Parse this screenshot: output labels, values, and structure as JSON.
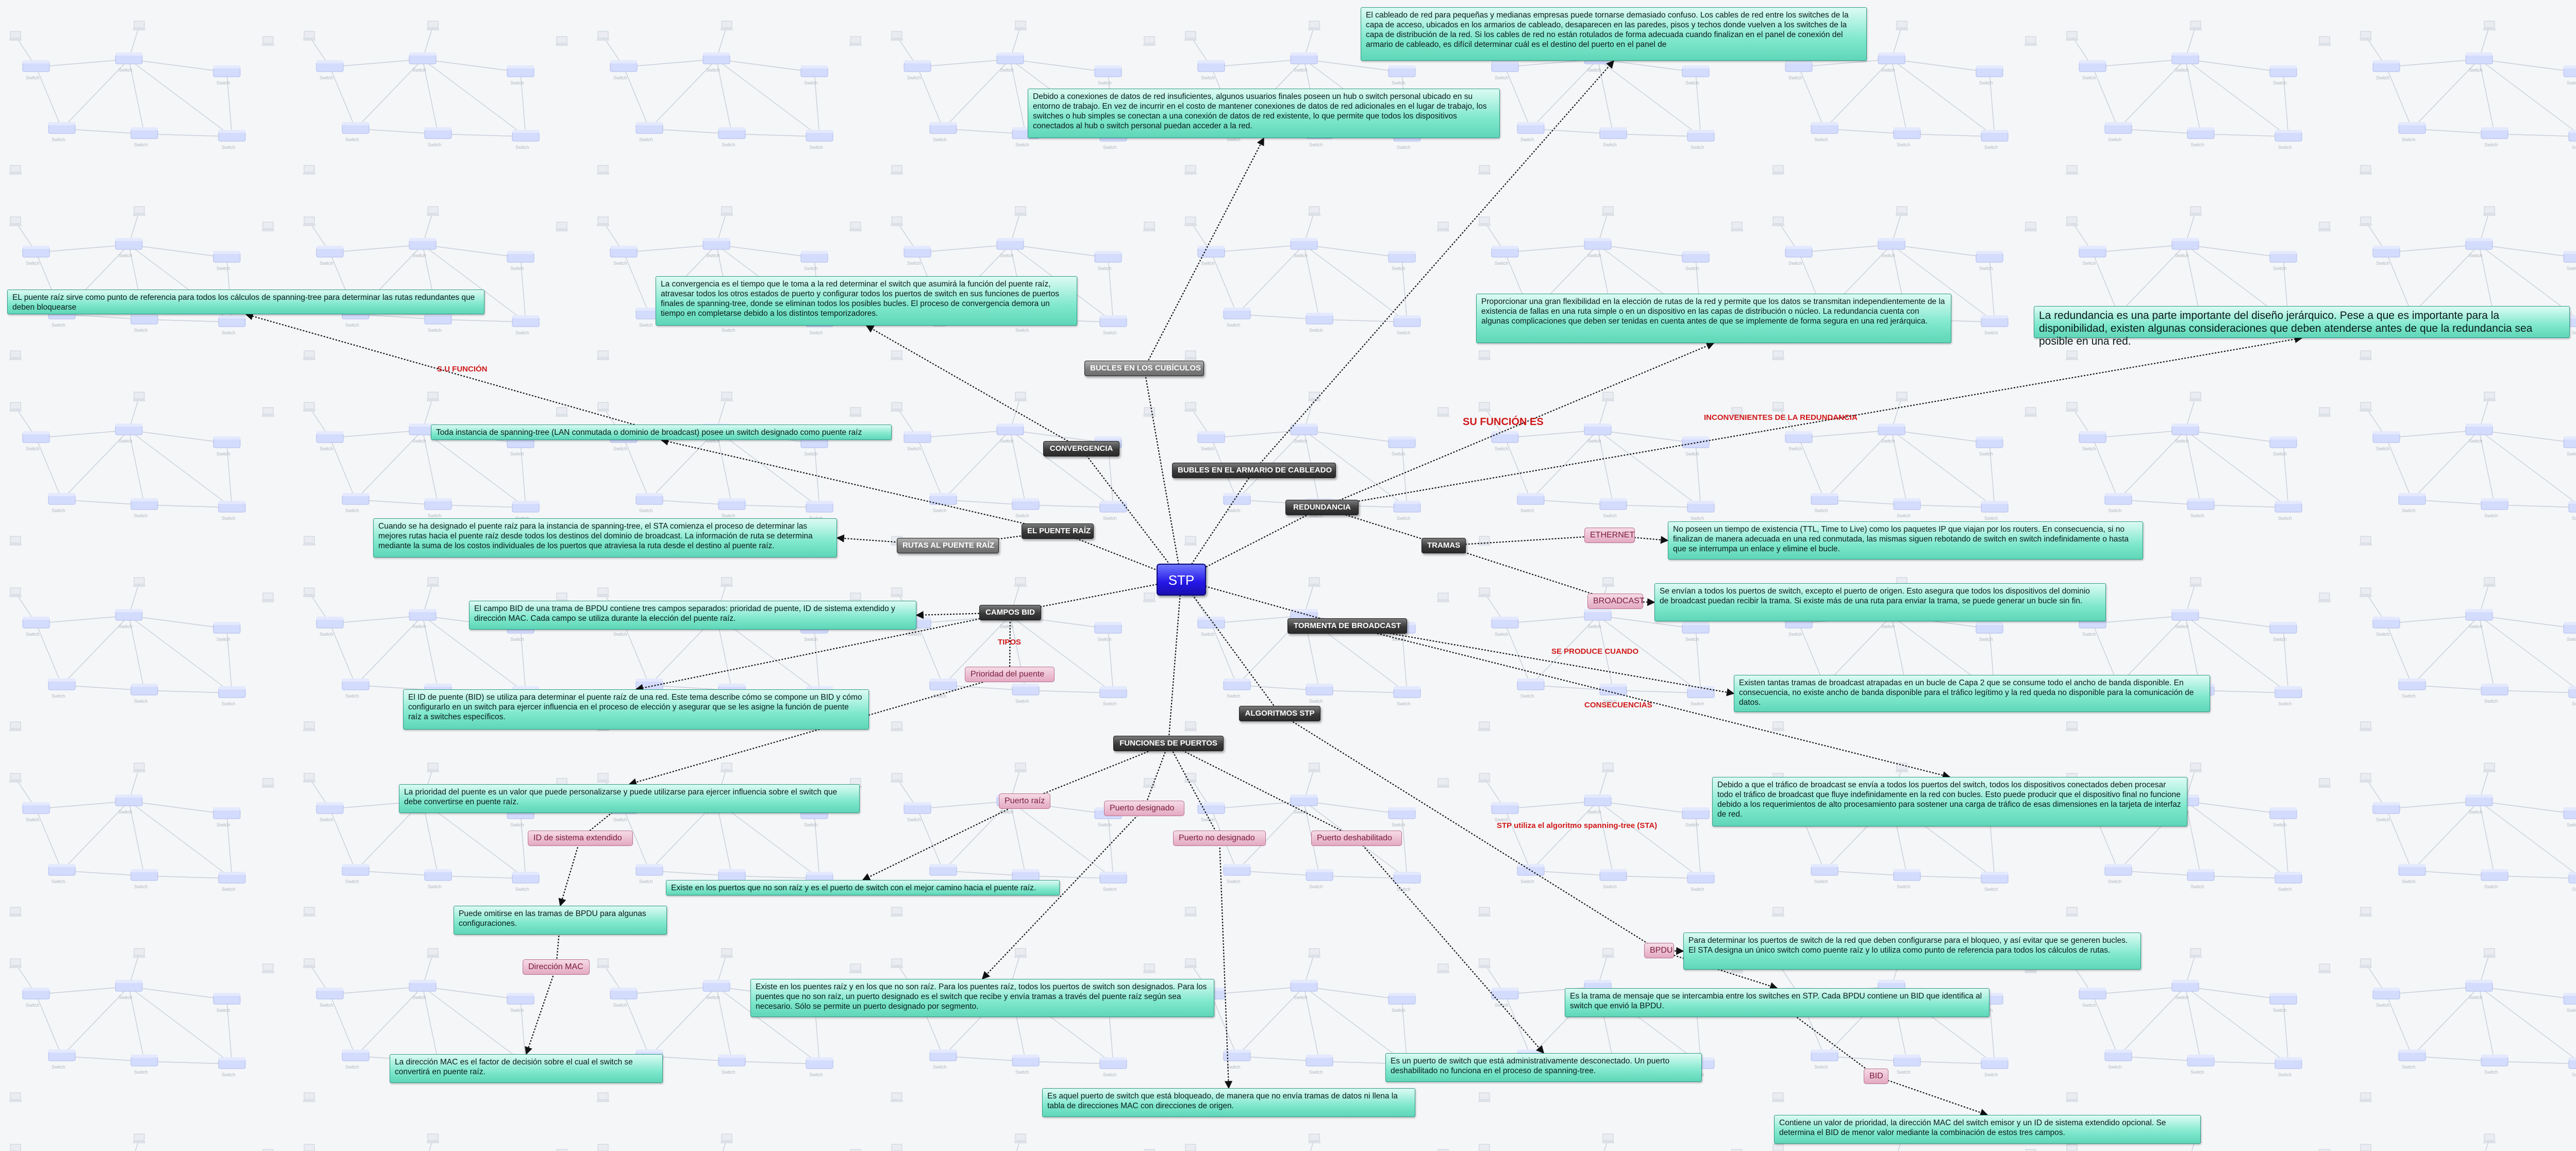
{
  "colors": {
    "root": "#2416e6",
    "note": "#7fe8cd",
    "link": "#111111",
    "red": "#d01818"
  },
  "root": "STP",
  "branches": {
    "bucles_cubiculos": "BUCLES EN LOS CUBÍCULOS",
    "bucles_armario": "BUBLES EN EL ARMARIO DE CABLEADO",
    "convergencia": "CONVERGENCIA",
    "puente_raiz": "EL PUENTE RAÍZ",
    "rutas": "RUTAS AL PUENTE RAÍZ",
    "redundancia": "REDUNDANCIA",
    "tramas": "TRAMAS",
    "campos_bid": "CAMPOS BID",
    "tormenta": "TORMENTA DE BROADCAST",
    "algoritmos": "ALGORITMOS STP",
    "funciones": "FUNCIONES DE PUERTOS"
  },
  "pink": {
    "ethernet": "ETHERNET",
    "broadcast": "BROADCAST",
    "prioridad": "Prioridad del puente",
    "id_sistema": "ID de sistema extendido",
    "direccion_mac": "Dirección MAC",
    "puerto_raiz": "Puerto raíz",
    "puerto_designado": "Puerto designado",
    "puerto_no_designado": "Puerto no designado",
    "puerto_deshabilitado": "Puerto deshabilitado",
    "bpdu": "BPDU",
    "bid": "BID"
  },
  "labels": {
    "su_funcion_1": "S U FUNCIÓN",
    "su_funcion_2": "SU FUNCIÓN ES",
    "inconvenientes": "INCONVENIENTES DE LA REDUNDANCIA",
    "tipos": "TIPOS",
    "se_produce": "SE PRODUCE CUANDO",
    "consecuencias": "CONSECUENCIAS",
    "stp_utiliza": "STP utiliza el algoritmo spanning-tree (STA)"
  },
  "notes": {
    "cableado": "El cableado de red para pequeñas y medianas empresas puede tornarse demasiado confuso. Los cables de red entre los switches de la capa de acceso, ubicados en los armarios de cableado, desaparecen en las paredes, pisos y techos donde vuelven a los switches de la capa de distribución de la red. Si los cables de red no están rotulados de forma adecuada cuando finalizan en el panel de conexión del armario de cableado, es difícil determinar cuál es el destino del puerto en el panel de",
    "conexiones": "Debido a conexiones de datos de red insuficientes, algunos usuarios finales poseen un hub o switch personal ubicado en su entorno de trabajo. En vez de incurrir en el costo de mantener conexiones de datos de red adicionales en el lugar de trabajo, los switches o hub simples se conectan a una conexión de datos de red existente, lo que permite que todos los dispositivos conectados al hub o switch personal puedan acceder a la red.",
    "referencia": "EL puente raíz sirve como punto de referencia para todos los cálculos de spanning-tree para determinar las rutas redundantes que deben bloquearse",
    "convergencia": "La convergencia es el tiempo que le toma a la red determinar el switch que asumirá la función del puente raíz, atravesar todos los otros estados de puerto y configurar todos los puertos de switch en sus funciones de puertos finales de spanning-tree, donde se eliminan todos los posibles bucles. El proceso de convergencia demora un tiempo en completarse debido a los distintos temporizadores.",
    "instancia": "Toda instancia de spanning-tree (LAN conmutada o dominio de broadcast) posee un switch designado como puente raíz",
    "flexibilidad": "Proporcionar una gran flexibilidad en la elección de rutas de la red y permite que los datos se transmitan independientemente de la existencia de fallas en una ruta simple o en un dispositivo en las capas de distribución o núcleo. La redundancia cuenta con algunas complicaciones que deben ser tenidas en cuenta antes de que se implemente de forma segura en una red jerárquica.",
    "redundancia": "La redundancia es una parte importante del diseño jerárquico. Pese a que es importante para la disponibilidad, existen algunas consideraciones que deben atenderse antes de que la redundancia sea posible en una red.",
    "rutas": "Cuando se ha designado el puente raíz para la instancia de spanning-tree, el STA comienza el proceso de determinar las mejores rutas hacia el puente raíz desde todos los destinos del dominio de broadcast. La información de ruta se determina mediante la suma de los costos individuales de los puertos que atraviesa la ruta desde el destino al puente raíz.",
    "ttl": "No poseen un tiempo de existencia (TTL, Time to Live) como los paquetes IP que viajan por los routers. En consecuencia, si no finalizan de manera adecuada en una red conmutada, las mismas siguen rebotando de switch en switch indefinidamente o hasta que se interrumpa un enlace y elimine el bucle.",
    "envian": "Se envían a todos los puertos de switch, excepto el puerto de origen. Esto asegura que todos los dispositivos del dominio de broadcast puedan recibir la trama. Si existe más de una ruta para enviar la trama, se puede generar un bucle sin fin.",
    "campo_bid": "El campo BID de una trama de BPDU contiene tres campos separados: prioridad de puente, ID de sistema extendido y dirección MAC. Cada campo se utiliza durante la elección del puente raíz.",
    "id_puente": "El ID de puente (BID) se utiliza para determinar el puente raíz de una red. Este tema describe cómo se compone un BID y cómo configurarlo en un switch para ejercer influencia en el proceso de elección y asegurar que se les asigne la función de puente raíz a switches específicos.",
    "tantas": "Existen tantas tramas de broadcast atrapadas en un bucle de Capa 2 que se consume todo el ancho de banda disponible. En consecuencia, no existe ancho de banda disponible para el tráfico legítimo y la red queda no disponible para la comunicación de datos.",
    "trafico": "Debido a que el tráfico de broadcast se envía a todos los puertos del switch, todos los dispositivos conectados deben procesar todo el tráfico de broadcast que fluye indefinidamente en la red con bucles. Esto puede producir que el dispositivo final no funcione debido a los requerimientos de alto procesamiento para sostener una carga de tráfico de esas dimensiones en la tarjeta de interfaz de red.",
    "prioridad": "La prioridad del puente es un valor que puede personalizarse y puede utilizarse para ejercer influencia sobre el switch que debe convertirse en puente raíz.",
    "mejor_camino": "Existe en los puertos que no son raíz y es el puerto de switch con el mejor camino hacia el puente raíz.",
    "omitirse": "Puede omitirse en las tramas de BPDU para algunas configuraciones.",
    "determinar": "Para determinar los puertos de switch de la red que deben configurarse para el bloqueo, y así evitar que se generen bucles. El STA designa un único switch como puente raíz y lo utiliza como punto de referencia para todos los cálculos de rutas.",
    "designados": "Existe en los puentes raíz y en los que no son raíz. Para los puentes raíz, todos los puertos de switch son designados. Para los puentes que no son raíz, un puerto designado es el switch que recibe y envía tramas a través del puente raíz según sea necesario. Sólo se permite un puerto designado por segmento.",
    "trama_mensaje": "Es la trama de mensaje que se intercambia entre los switches en STP. Cada BPDU contiene un BID que identifica al switch que envió la BPDU.",
    "mac_factor": "La dirección MAC es el factor de decisión sobre el cual el switch se convertirá en puente raíz.",
    "deshabilitado": "Es un puerto de switch que está administrativamente desconectado. Un puerto deshabilitado no funciona en el proceso de spanning-tree.",
    "bloqueado": "Es aquel puerto de switch que está bloqueado, de manera que no envía tramas de datos ni llena la tabla de direcciones MAC con direcciones de origen.",
    "valor_prioridad": "Contiene un valor de prioridad, la dirección MAC del switch emisor y un ID de sistema extendido opcional. Se determina el BID de menor valor mediante la combinación de estos tres campos."
  }
}
